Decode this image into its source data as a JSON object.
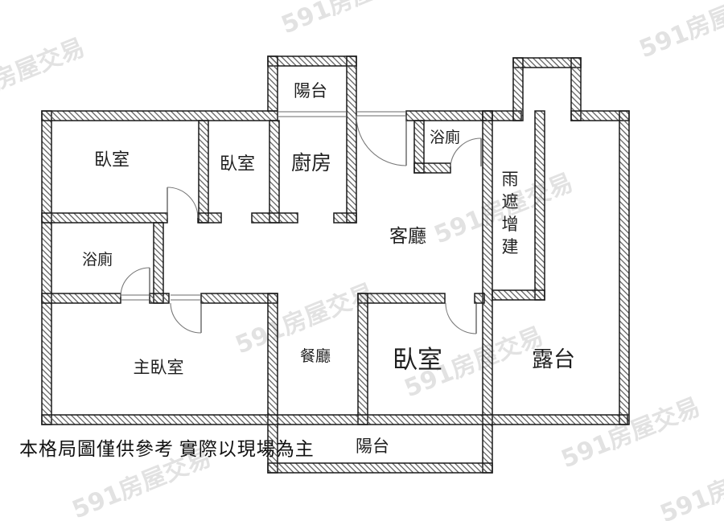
{
  "floorplan": {
    "rooms": {
      "bedroom_top_left": {
        "label": "臥室"
      },
      "bedroom_top_mid": {
        "label": "臥室"
      },
      "kitchen": {
        "label": "廚房"
      },
      "balcony_top": {
        "label": "陽台"
      },
      "bathroom_top": {
        "label": "浴廁"
      },
      "rain_cover": {
        "label": "雨遮增建"
      },
      "living_room": {
        "label": "客廳"
      },
      "bathroom_left": {
        "label": "浴廁"
      },
      "master_bedroom": {
        "label": "主臥室"
      },
      "dining_room": {
        "label": "餐廳"
      },
      "bedroom_bottom": {
        "label": "臥室"
      },
      "terrace": {
        "label": "露台"
      },
      "balcony_bottom": {
        "label": "陽台"
      }
    },
    "disclaimer": "本格局圖僅供參考 實際以現場為主",
    "watermark": {
      "text": "591房屋交易",
      "color": "#e2e2e2"
    },
    "colors": {
      "background": "#ffffff",
      "wall_outline": "#1a1a1a",
      "wall_hatch": "#555555",
      "label_text": "#1f1f1f",
      "door_arc": "#787878"
    }
  }
}
